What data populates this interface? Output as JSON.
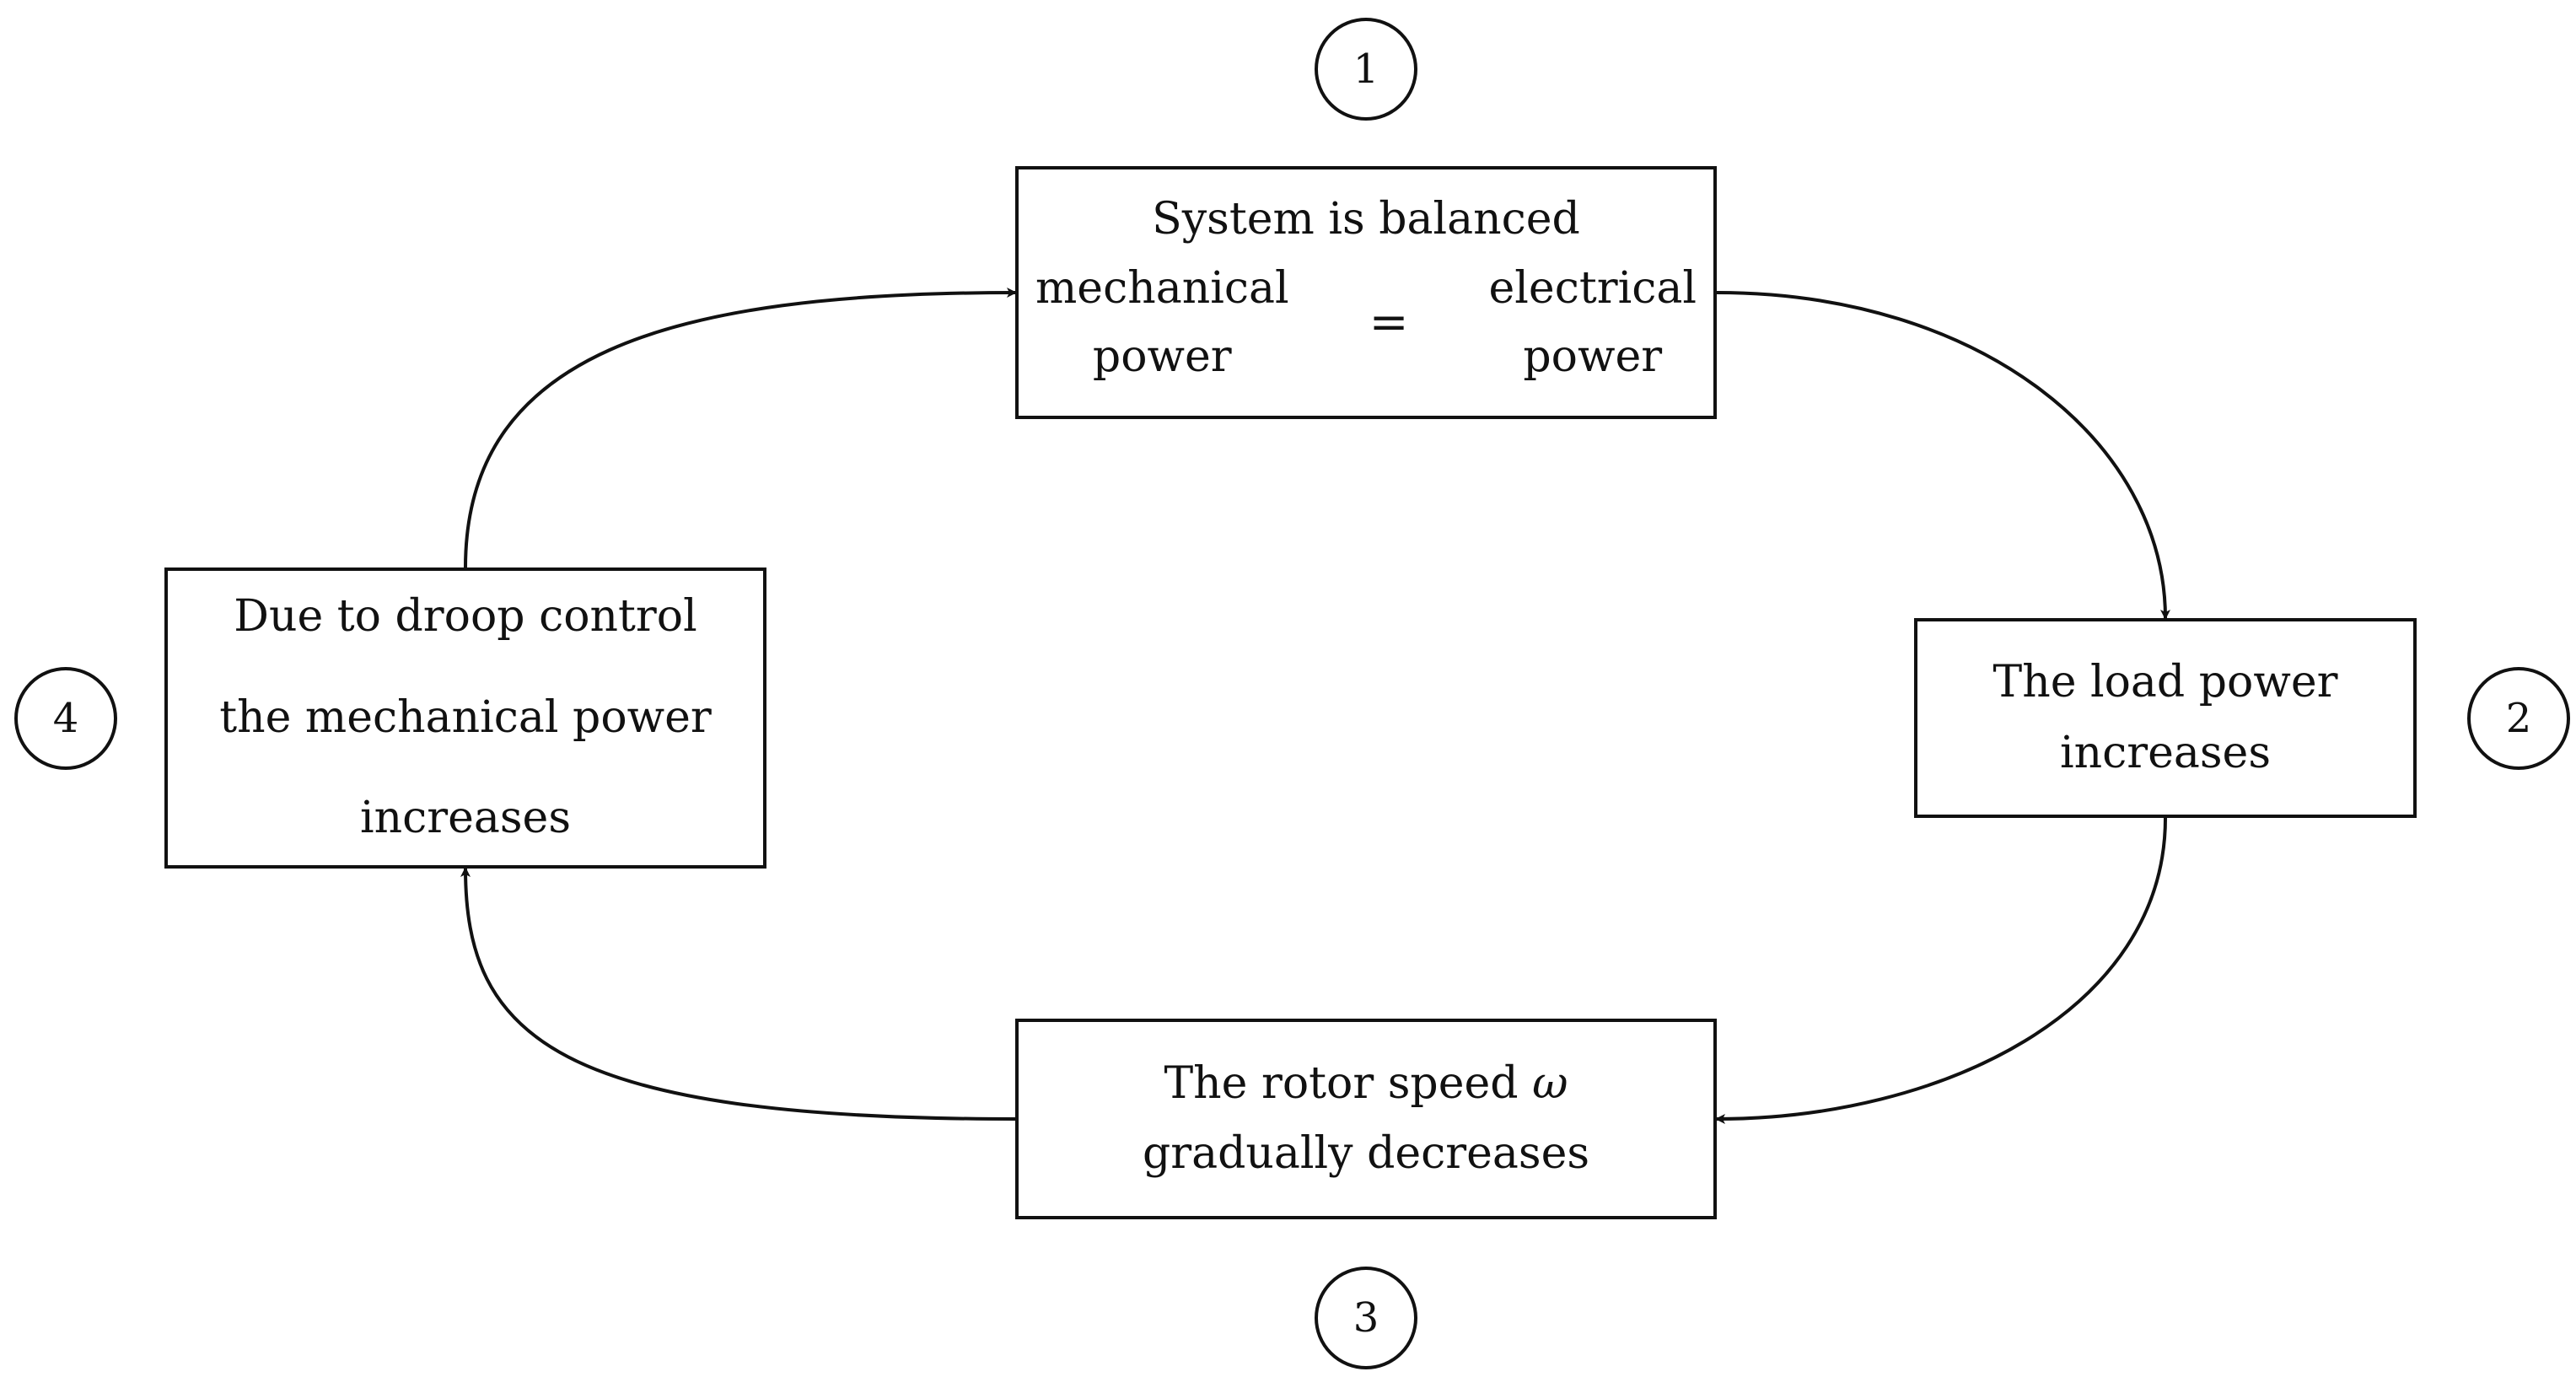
{
  "steps": {
    "s1": "1",
    "s2": "2",
    "s3": "3",
    "s4": "4"
  },
  "box_balanced": {
    "title": "System is balanced",
    "left_line1": "mechanical",
    "left_line2": "power",
    "equals": "=",
    "right_line1": "electrical",
    "right_line2": "power"
  },
  "box_load": {
    "line1": "The load power",
    "line2": "increases"
  },
  "box_rotor": {
    "line1_text": "The rotor speed",
    "line1_symbol": "ω",
    "line2": "gradually decreases"
  },
  "box_droop": {
    "line1": "Due to droop control",
    "line2": "the mechanical power",
    "line3": "increases"
  },
  "colors": {
    "stroke": "#111111",
    "background": "#ffffff"
  }
}
